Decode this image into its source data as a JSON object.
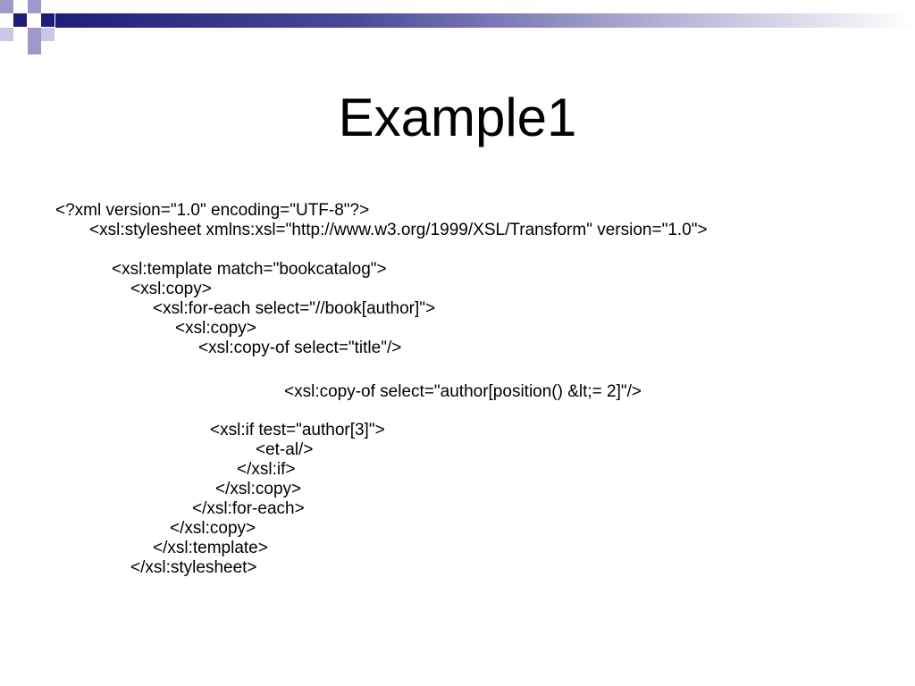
{
  "slide": {
    "title": "Example1",
    "code_lines": [
      "<?xml version=\"1.0\" encoding=\"UTF-8\"?>",
      "<xsl:stylesheet xmlns:xsl=\"http://www.w3.org/1999/XSL/Transform\" version=\"1.0\">",
      "<xsl:template match=\"bookcatalog\">",
      "<xsl:copy>",
      "<xsl:for-each select=\"//book[author]\">",
      "<xsl:copy>",
      "<xsl:copy-of select=\"title\"/>",
      "<xsl:copy-of select=\"author[position() &lt;= 2]\"/>",
      "<xsl:if test=\"author[3]\">",
      "<et-al/>",
      "</xsl:if>",
      "</xsl:copy>",
      "</xsl:for-each>",
      "</xsl:copy>",
      "</xsl:template>",
      "</xsl:stylesheet>"
    ]
  },
  "colors": {
    "band_dark": "#1e1e78",
    "square_dark": "#1e1e78",
    "square_light": "#9a9acb"
  }
}
